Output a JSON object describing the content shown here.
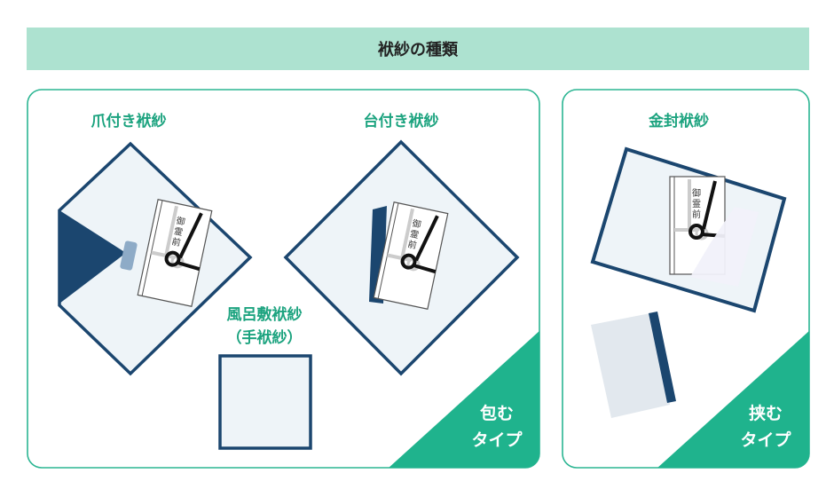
{
  "title": "袱紗の種類",
  "colors": {
    "header_bg": "#ade2d0",
    "accent_green": "#1fb38d",
    "label_green": "#1ca37f",
    "navy": "#1b466f",
    "cloth": "#eef4f8",
    "tab": "#8eabc7"
  },
  "wrap_panel": {
    "type_line1": "包む",
    "type_line2": "タイプ",
    "items": [
      {
        "label": "爪付き袱紗"
      },
      {
        "label": "台付き袱紗"
      },
      {
        "label": "風呂敷袱紗",
        "sublabel": "（手袱紗）"
      }
    ]
  },
  "clip_panel": {
    "type_line1": "挟む",
    "type_line2": "タイプ",
    "items": [
      {
        "label": "金封袱紗"
      }
    ]
  },
  "envelope_text": [
    "御",
    "霊",
    "前"
  ]
}
